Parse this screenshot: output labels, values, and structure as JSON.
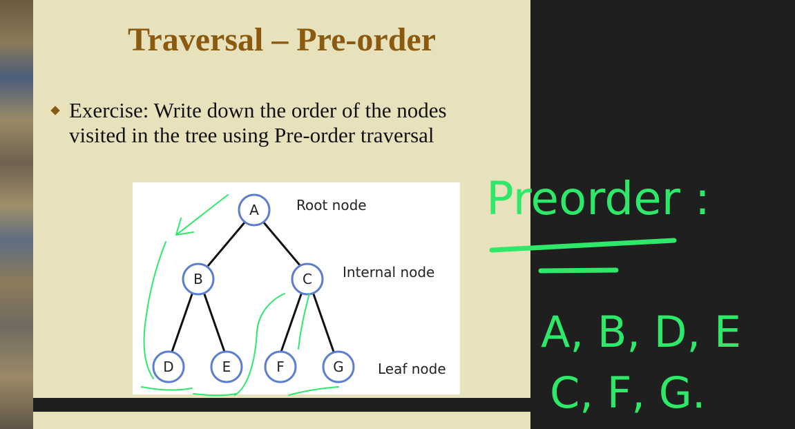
{
  "slide": {
    "title": "Traversal – Pre-order",
    "bullet_text": "Exercise: Write down the order of the nodes visited in the tree using Pre-order traversal"
  },
  "tree": {
    "nodes": [
      {
        "id": "A",
        "label": "A"
      },
      {
        "id": "B",
        "label": "B"
      },
      {
        "id": "C",
        "label": "C"
      },
      {
        "id": "D",
        "label": "D"
      },
      {
        "id": "E",
        "label": "E"
      },
      {
        "id": "F",
        "label": "F"
      },
      {
        "id": "G",
        "label": "G"
      }
    ],
    "edges": [
      [
        "A",
        "B"
      ],
      [
        "A",
        "C"
      ],
      [
        "B",
        "D"
      ],
      [
        "B",
        "E"
      ],
      [
        "C",
        "F"
      ],
      [
        "C",
        "G"
      ]
    ],
    "labels": {
      "root": "Root node",
      "internal": "Internal node",
      "leaf": "Leaf node"
    }
  },
  "annotations": {
    "heading": "Preorder :",
    "line1": "A, B, D, E",
    "line2": "C, F, G.",
    "ink_color": "#2ee86a"
  },
  "colors": {
    "node_stroke": "#5b7fce",
    "title": "#8a5a10",
    "slide_bg": "#e8e2bc"
  }
}
